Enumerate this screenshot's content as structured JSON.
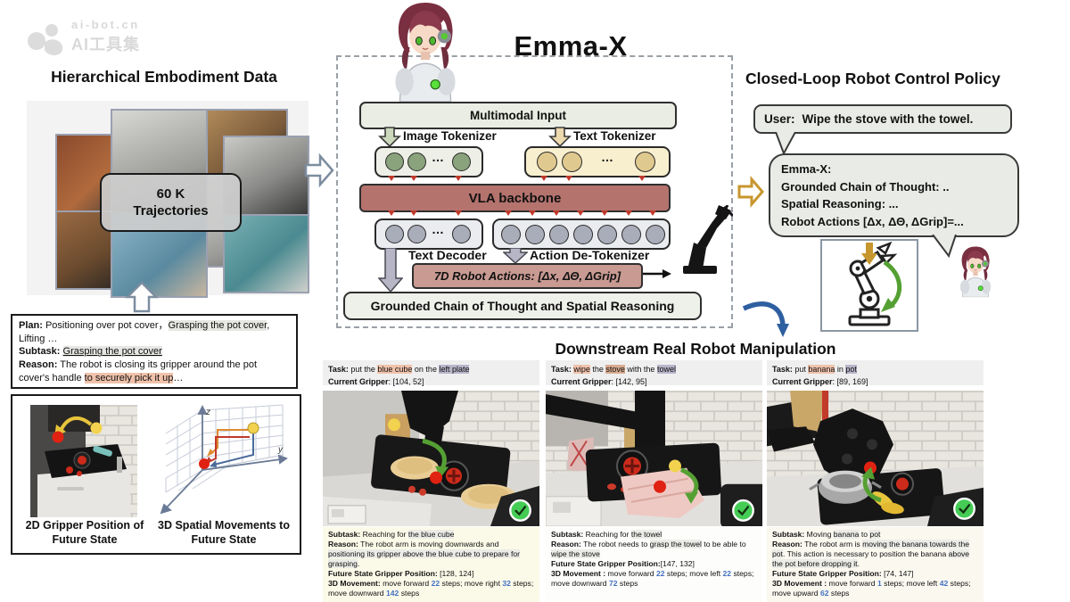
{
  "watermark": {
    "line1": "ai-bot.cn",
    "line2": "AI工具集"
  },
  "left": {
    "title": "Hierarchical Embodiment Data",
    "trajectories": [
      "60 K",
      "Trajectories"
    ],
    "plan_lines": [
      [
        {
          "t": "Plan:",
          "b": 1
        },
        {
          "t": " Positioning over pot cover，"
        },
        {
          "t": "Grasping the pot cover",
          "h": "gray"
        },
        {
          "t": ", Lifting …"
        }
      ],
      [
        {
          "t": "Subtask:",
          "b": 1
        },
        {
          "t": " "
        },
        {
          "t": "Grasping the pot cover",
          "h": "gray",
          "u": 1
        }
      ],
      [
        {
          "t": "Reason:",
          "b": 1
        },
        {
          "t": " The robot is closing its gripper around the pot cover's handle "
        },
        {
          "t": "to securely pick it up",
          "h": "salmon"
        },
        {
          "t": "…"
        }
      ]
    ],
    "caption_2d": "2D Gripper Position of Future State",
    "caption_3d": "3D Spatial Movements to Future State",
    "axis_z": "z",
    "axis_y": "y"
  },
  "center": {
    "title": "Emma-X",
    "multimodal": "Multimodal Input",
    "image_tokenizer": "Image Tokenizer",
    "text_tokenizer": "Text Tokenizer",
    "vla": "VLA backbone",
    "text_decoder": "Text Decoder",
    "action_detokenizer": "Action De-Tokenizer",
    "actions7d": "7D Robot Actions: [Δx, ΔΘ, ΔGrip]",
    "grounded": "Grounded Chain of Thought and Spatial Reasoning",
    "ellipsis": "…"
  },
  "right": {
    "title": "Closed-Loop Robot Control Policy",
    "user_label": "User:",
    "user_text": "Wipe the stove with the towel.",
    "emma_lines": [
      "Emma-X:",
      "Grounded Chain of Thought: ..",
      "Spatial Reasoning: ...",
      "Robot Actions [Δx, ΔΘ, ΔGrip]=..."
    ]
  },
  "bottom": {
    "title": "Downstream Real Robot Manipulation",
    "panels": [
      {
        "task": [
          {
            "t": "Task:",
            "b": 1
          },
          {
            "t": " put the "
          },
          {
            "t": "blue cube",
            "h": "salmon"
          },
          {
            "t": " on the "
          },
          {
            "t": "left plate",
            "h": "purple"
          }
        ],
        "gripper": [
          {
            "t": "Current Gripper",
            "b": 1
          },
          {
            "t": ": [104, 52]"
          }
        ],
        "subtask": [
          {
            "t": "Subtask:",
            "b": 1
          },
          {
            "t": " Reaching for "
          },
          {
            "t": "the blue cube",
            "h": "graylight"
          }
        ],
        "reason": [
          {
            "t": "Reason:",
            "b": 1
          },
          {
            "t": " The robot arm is moving downwards and "
          },
          {
            "t": "positioning its gripper above the blue cube to prepare for grasping",
            "h": "graylight"
          },
          {
            "t": "."
          }
        ],
        "future": [
          {
            "t": "Future State Gripper Position:",
            "b": 1
          },
          {
            "t": " [128, 124]"
          }
        ],
        "movement": [
          {
            "t": "3D Movement:",
            "b": 1
          },
          {
            "t": " move forward "
          },
          {
            "t": "22",
            "c": 1
          },
          {
            "t": " steps; move right "
          },
          {
            "t": "32",
            "c": 1
          },
          {
            "t": " steps; move downward "
          },
          {
            "t": "142",
            "c": 1
          },
          {
            "t": " steps"
          }
        ]
      },
      {
        "task": [
          {
            "t": "Task:",
            "b": 1
          },
          {
            "t": " "
          },
          {
            "t": "wipe",
            "h": "salmon"
          },
          {
            "t": " the "
          },
          {
            "t": "stove",
            "h": "tan"
          },
          {
            "t": " with the "
          },
          {
            "t": "towel",
            "h": "purple"
          }
        ],
        "gripper": [
          {
            "t": "Current Gripper",
            "b": 1
          },
          {
            "t": ": [142, 95]"
          }
        ],
        "subtask": [
          {
            "t": "Subtask:",
            "b": 1
          },
          {
            "t": " Reaching for "
          },
          {
            "t": "the towel",
            "h": "graylight"
          }
        ],
        "reason": [
          {
            "t": "Reason:",
            "b": 1
          },
          {
            "t": " The robot needs to "
          },
          {
            "t": "grasp the towel",
            "h": "graylight"
          },
          {
            "t": " to be able to "
          },
          {
            "t": "wipe the stove",
            "h": "graylight"
          }
        ],
        "future": [
          {
            "t": "Future State Gripper Position:",
            "b": 1
          },
          {
            "t": "[147, 132]"
          }
        ],
        "movement": [
          {
            "t": "3D Movement :",
            "b": 1
          },
          {
            "t": " move forward "
          },
          {
            "t": "22",
            "c": 1
          },
          {
            "t": " steps; move left "
          },
          {
            "t": "22",
            "c": 1
          },
          {
            "t": " steps; move downward "
          },
          {
            "t": "72",
            "c": 1
          },
          {
            "t": " steps"
          }
        ]
      },
      {
        "task": [
          {
            "t": "Task:",
            "b": 1
          },
          {
            "t": " put "
          },
          {
            "t": "banana",
            "h": "salmon"
          },
          {
            "t": " in "
          },
          {
            "t": "pot",
            "h": "purple"
          }
        ],
        "gripper": [
          {
            "t": "Current Gripper",
            "b": 1
          },
          {
            "t": ": [89, 169]"
          }
        ],
        "subtask": [
          {
            "t": "Subtask:",
            "b": 1
          },
          {
            "t": " Moving "
          },
          {
            "t": "banana",
            "h": "graylight"
          },
          {
            "t": " to "
          },
          {
            "t": "pot",
            "h": "graylight"
          }
        ],
        "reason": [
          {
            "t": "Reason:",
            "b": 1
          },
          {
            "t": " The robot arm is "
          },
          {
            "t": "moving the banana towards the pot",
            "h": "graylight"
          },
          {
            "t": ". This action is necessary to position the banana "
          },
          {
            "t": "above the pot before dropping it",
            "h": "graylight"
          },
          {
            "t": "."
          }
        ],
        "future": [
          {
            "t": "Future State Gripper Position:",
            "b": 1
          },
          {
            "t": " [74, 147]"
          }
        ],
        "movement": [
          {
            "t": "3D Movement :",
            "b": 1
          },
          {
            "t": " move forward "
          },
          {
            "t": "1",
            "c": 1
          },
          {
            "t": " steps; move left "
          },
          {
            "t": "42",
            "c": 1
          },
          {
            "t": " steps; move upward "
          },
          {
            "t": "62",
            "c": 1
          },
          {
            "t": " steps"
          }
        ]
      }
    ]
  },
  "colors": {
    "hl-salmon": "#f0c2ab",
    "hl-purple": "#b9b5c9",
    "hl-tan": "#d9ab91",
    "hl-gray": "#e6e6e3",
    "hl-graylight": "#ebebe7",
    "num-blue": "#4472c4",
    "vla-red": "#b5736e",
    "action-red": "#c89a92",
    "token-green": "#8aa37c",
    "token-tan": "#e0c98f",
    "token-gray": "#a9acb9",
    "arrow-red": "#c0392b",
    "arrow-gold": "#c8962e",
    "arrow-blue": "#2e5fa0",
    "arrow-green": "#55a033",
    "check-green": "#45cc55"
  }
}
